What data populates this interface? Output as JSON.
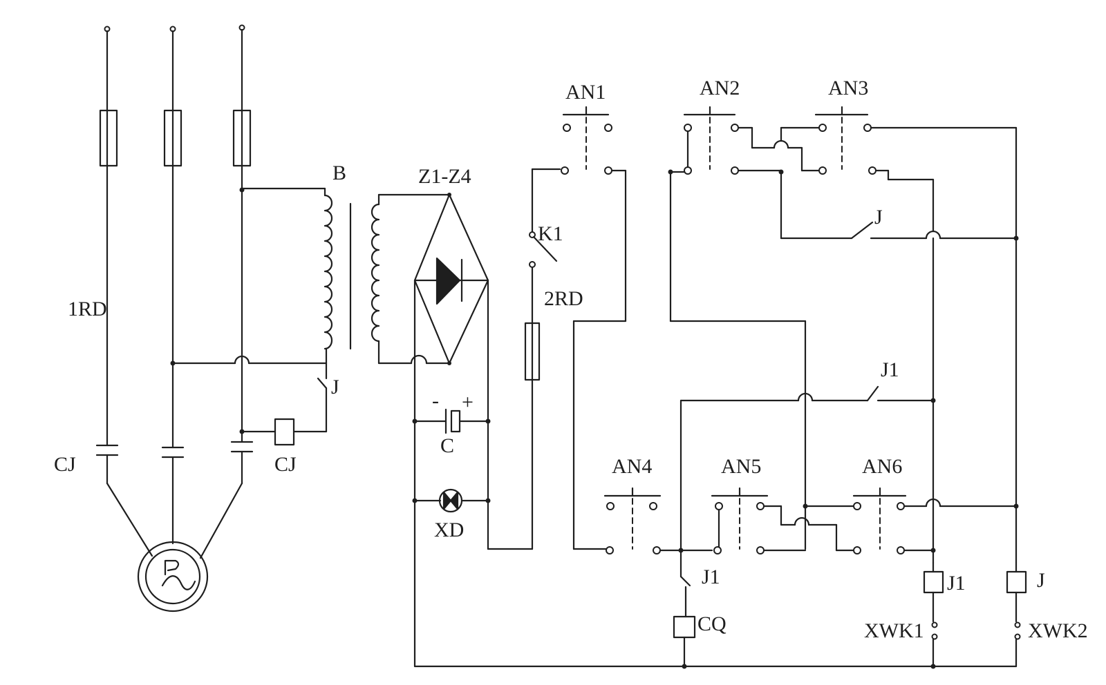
{
  "labels": {
    "fuse_main": "1RD",
    "transformer": "B",
    "rectifier": "Z1-Z4",
    "contactor_contact": "CJ",
    "contactor_coil": "CJ",
    "relay_contact_j_left": "J",
    "capacitor": "C",
    "capacitor_minus": "-",
    "capacitor_plus": "+",
    "indicator_lamp": "XD",
    "switch_k1": "K1",
    "fuse_control": "2RD",
    "button_an1": "AN1",
    "button_an2": "AN2",
    "button_an3": "AN3",
    "button_an4": "AN4",
    "button_an5": "AN5",
    "button_an6": "AN6",
    "relay_contact_j_top": "J",
    "relay_contact_j1_mid": "J1",
    "relay_contact_j1_low": "J1",
    "solenoid": "CQ",
    "coil_j1": "J1",
    "coil_j": "J",
    "limit_switch_1": "XWK1",
    "limit_switch_2": "XWK2"
  }
}
